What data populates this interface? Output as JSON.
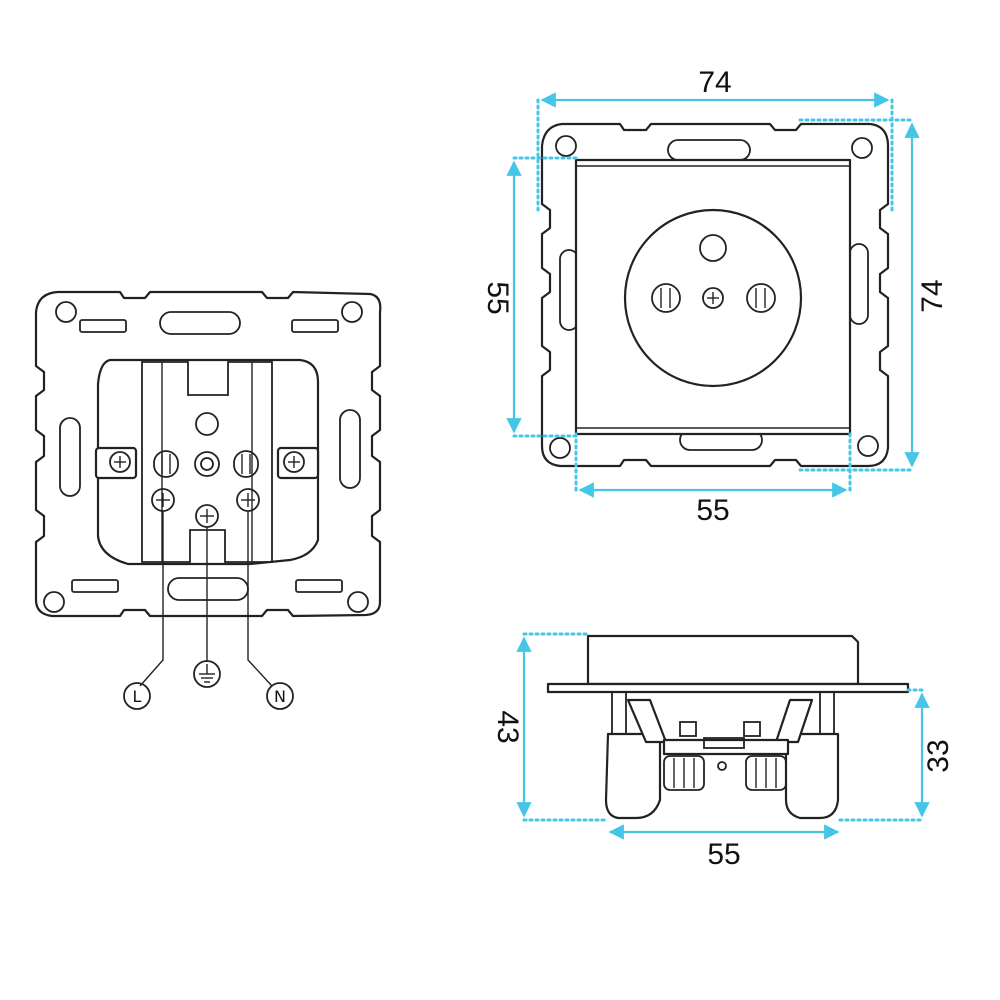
{
  "front_view": {
    "dim_width": "74",
    "dim_height": "74",
    "dim_plate_width": "55",
    "dim_plate_height": "55"
  },
  "side_view": {
    "dim_depth": "43",
    "dim_inner_depth": "33",
    "dim_body_width": "55"
  },
  "rear_view": {
    "terminal_live": "L",
    "terminal_neutral": "N"
  },
  "colors": {
    "dimension": "#45c6e6",
    "line": "#222222"
  }
}
